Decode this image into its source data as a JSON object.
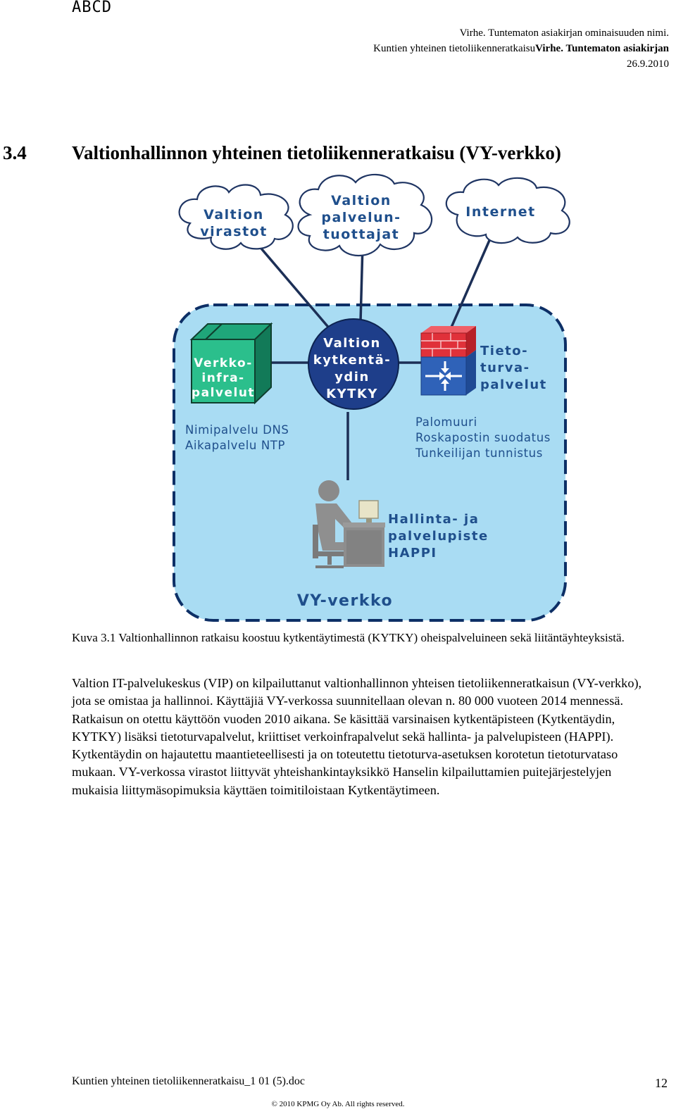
{
  "top_mark": "ABCD",
  "header": {
    "line1": "Virhe. Tuntematon asiakirjan ominaisuuden nimi.",
    "line2_normal": "Kuntien yhteinen tietoliikenneratkaisu",
    "line2_bold": "Virhe. Tuntematon asiakirjan",
    "line3": "26.9.2010"
  },
  "section": {
    "number": "3.4",
    "title": "Valtionhallinnon yhteinen tietoliikenneratkaisu (VY-verkko)"
  },
  "diagram": {
    "clouds": {
      "virastot": [
        "Valtion",
        "virastot"
      ],
      "palveluntuottajat": [
        "Valtion",
        "palvelun-",
        "tuottajat"
      ],
      "internet": [
        "Internet"
      ]
    },
    "infra_box": [
      "Verkko-",
      "infra-",
      "palvelut"
    ],
    "hub": [
      "Valtion",
      "kytkentä-",
      "ydin",
      "KYTKY"
    ],
    "security_label": [
      "Tieto-",
      "turva-",
      "palvelut"
    ],
    "infra_services": [
      "Nimipalvelu DNS",
      "Aikapalvelu NTP"
    ],
    "security_services": [
      "Palomuuri",
      "Roskapostin suodatus",
      "Tunkeilijan tunnistus"
    ],
    "happi_label": [
      "Hallinta- ja",
      "palvelupiste",
      "HAPPI"
    ],
    "network_name": "VY-verkko",
    "colors": {
      "network_fill": "#a9dcf3",
      "label_text": "#1f4f8c",
      "firewall_red": "#e0313a",
      "router_blue": "#2f62b8"
    }
  },
  "caption": "Kuva 3.1 Valtionhallinnon ratkaisu koostuu kytkentäytimestä (KYTKY) oheispalveluineen sekä liitäntäyhteyksistä.",
  "body_paragraph": "Valtion IT-palvelukeskus (VIP) on kilpailuttanut  valtionhallinnon yhteisen tietoliikenneratkaisun (VY-verkko), jota se omistaa ja hallinnoi. Käyttäjiä VY-verkossa suunnitellaan olevan n. 80 000 vuoteen 2014 mennessä. Ratkaisun on otettu käyttöön vuoden 2010 aikana. Se käsittää varsinaisen kytkentäpisteen (Kytkentäydin, KYTKY) lisäksi tietoturvapalvelut, kriittiset verkoinfrapalvelut sekä hallinta- ja palvelupisteen (HAPPI). Kytkentäydin on hajautettu maantieteellisesti ja on toteutettu tietoturva-asetuksen korotetun tietoturvataso mukaan. VY-verkossa virastot liittyvät yhteishankintayksikkö Hanselin kilpailuttamien puitejärjestelyjen mukaisia liittymäsopimuksia käyttäen toimitiloistaan Kytkentäytimeen.",
  "footer": {
    "filename": "Kuntien yhteinen tietoliikenneratkaisu_1 01 (5).doc",
    "page": "12",
    "copyright": "© 2010 KPMG Oy Ab. All rights reserved."
  }
}
